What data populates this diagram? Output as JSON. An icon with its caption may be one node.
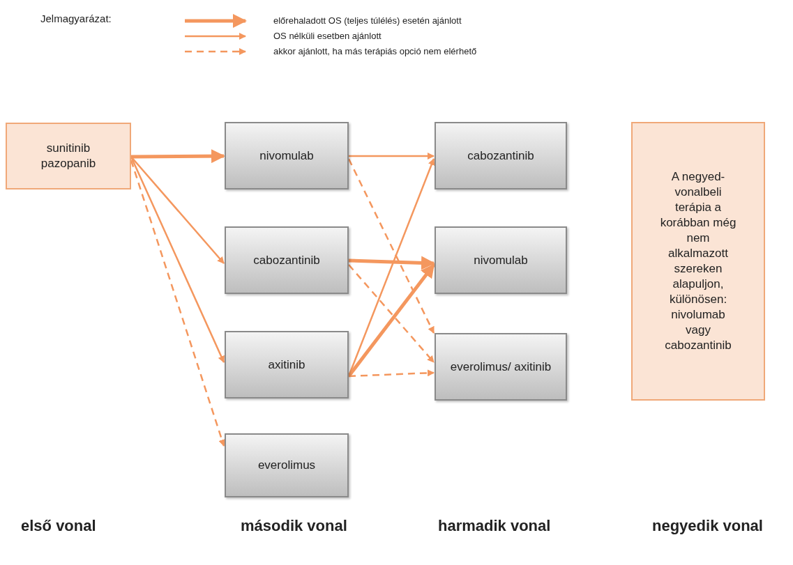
{
  "diagram": {
    "nodes": [
      {
        "text": [
          "sunitinib pazopanib"
        ]
      },
      {
        "text": [
          "nivomulab"
        ]
      },
      {
        "text": [
          "cabozantinib"
        ]
      },
      {
        "text": [
          "axitinib"
        ]
      },
      {
        "text": [
          "everolimus"
        ]
      },
      {
        "text": [
          "cabozantinib"
        ]
      },
      {
        "text": [
          "nivomulab"
        ]
      },
      {
        "text": [
          "everolimus/ axitinib"
        ]
      },
      {
        "text": [
          "A negyed-vonalbeli terápia a korábban még nem alkalmazott szereken alapuljon, különösen: nivolumab vagy cabozantinib"
        ]
      }
    ],
    "edges": [
      {
        "from": 0,
        "to": 1,
        "arrow": "to",
        "style": "thick"
      },
      {
        "from": 0,
        "to": 2,
        "arrow": "to"
      },
      {
        "from": 0,
        "to": 3,
        "arrow": "to"
      },
      {
        "from": 0,
        "to": 4,
        "arrow": "to",
        "style": "dashed"
      },
      {
        "from": 1,
        "to": 5,
        "arrow": "to"
      },
      {
        "from": 1,
        "to": 7,
        "arrow": "to",
        "style": "dashed"
      },
      {
        "from": 2,
        "to": 6,
        "arrow": "to",
        "style": "thick"
      },
      {
        "from": 2,
        "to": 7,
        "arrow": "to",
        "style": "dashed"
      },
      {
        "from": 3,
        "to": 5,
        "arrow": "to"
      },
      {
        "from": 3,
        "to": 6,
        "arrow": "to",
        "style": "thick"
      },
      {
        "from": 3,
        "to": 7,
        "arrow": "to",
        "style": "dashed"
      }
    ],
    "labels": [
      "Jelmagyarázat:",
      "első vonal",
      "második vonal",
      "harmadik vonal",
      "negyedik vonal"
    ],
    "legend": [
      {
        "text": "előrehaladott OS (teljes túlélés) esetén ajánlott"
      },
      {
        "text": "OS nélküli esetben ajánlott"
      },
      {
        "text": "akkor ajánlott, ha más terápiás opció nem elérhető"
      }
    ]
  }
}
